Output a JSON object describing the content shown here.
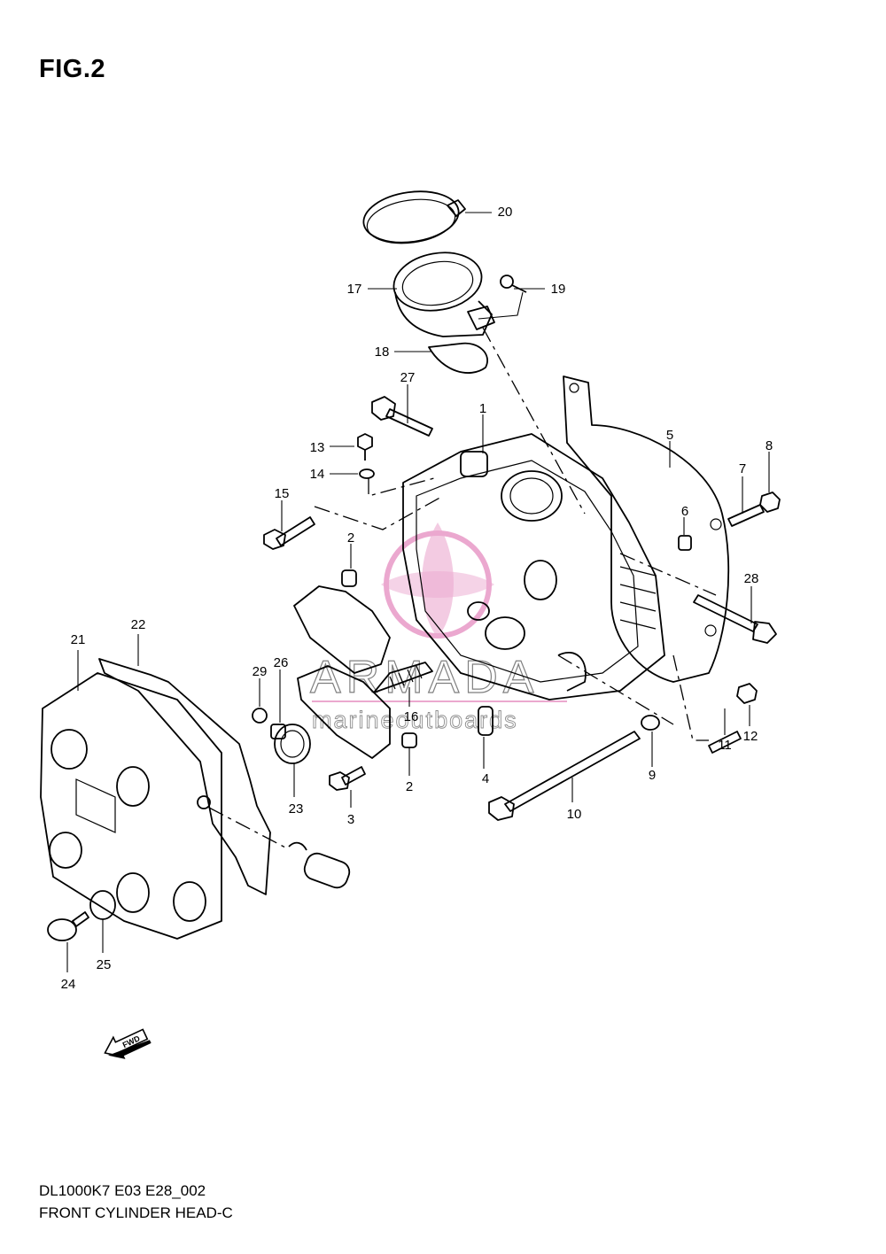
{
  "figure": {
    "title": "FIG.2"
  },
  "footer": {
    "code": "DL1000K7 E03 E28_002",
    "name": "FRONT CYLINDER HEAD-C"
  },
  "watermark": {
    "brand": "ARMADA",
    "tagline": "marineoutboards",
    "color": "#e58cc0"
  },
  "fwd_badge": "FWD",
  "callouts": [
    "1",
    "2",
    "2",
    "3",
    "4",
    "5",
    "6",
    "7",
    "8",
    "9",
    "10",
    "11",
    "12",
    "13",
    "14",
    "15",
    "16",
    "17",
    "18",
    "19",
    "20",
    "21",
    "22",
    "23",
    "24",
    "25",
    "26",
    "27",
    "28",
    "29"
  ]
}
